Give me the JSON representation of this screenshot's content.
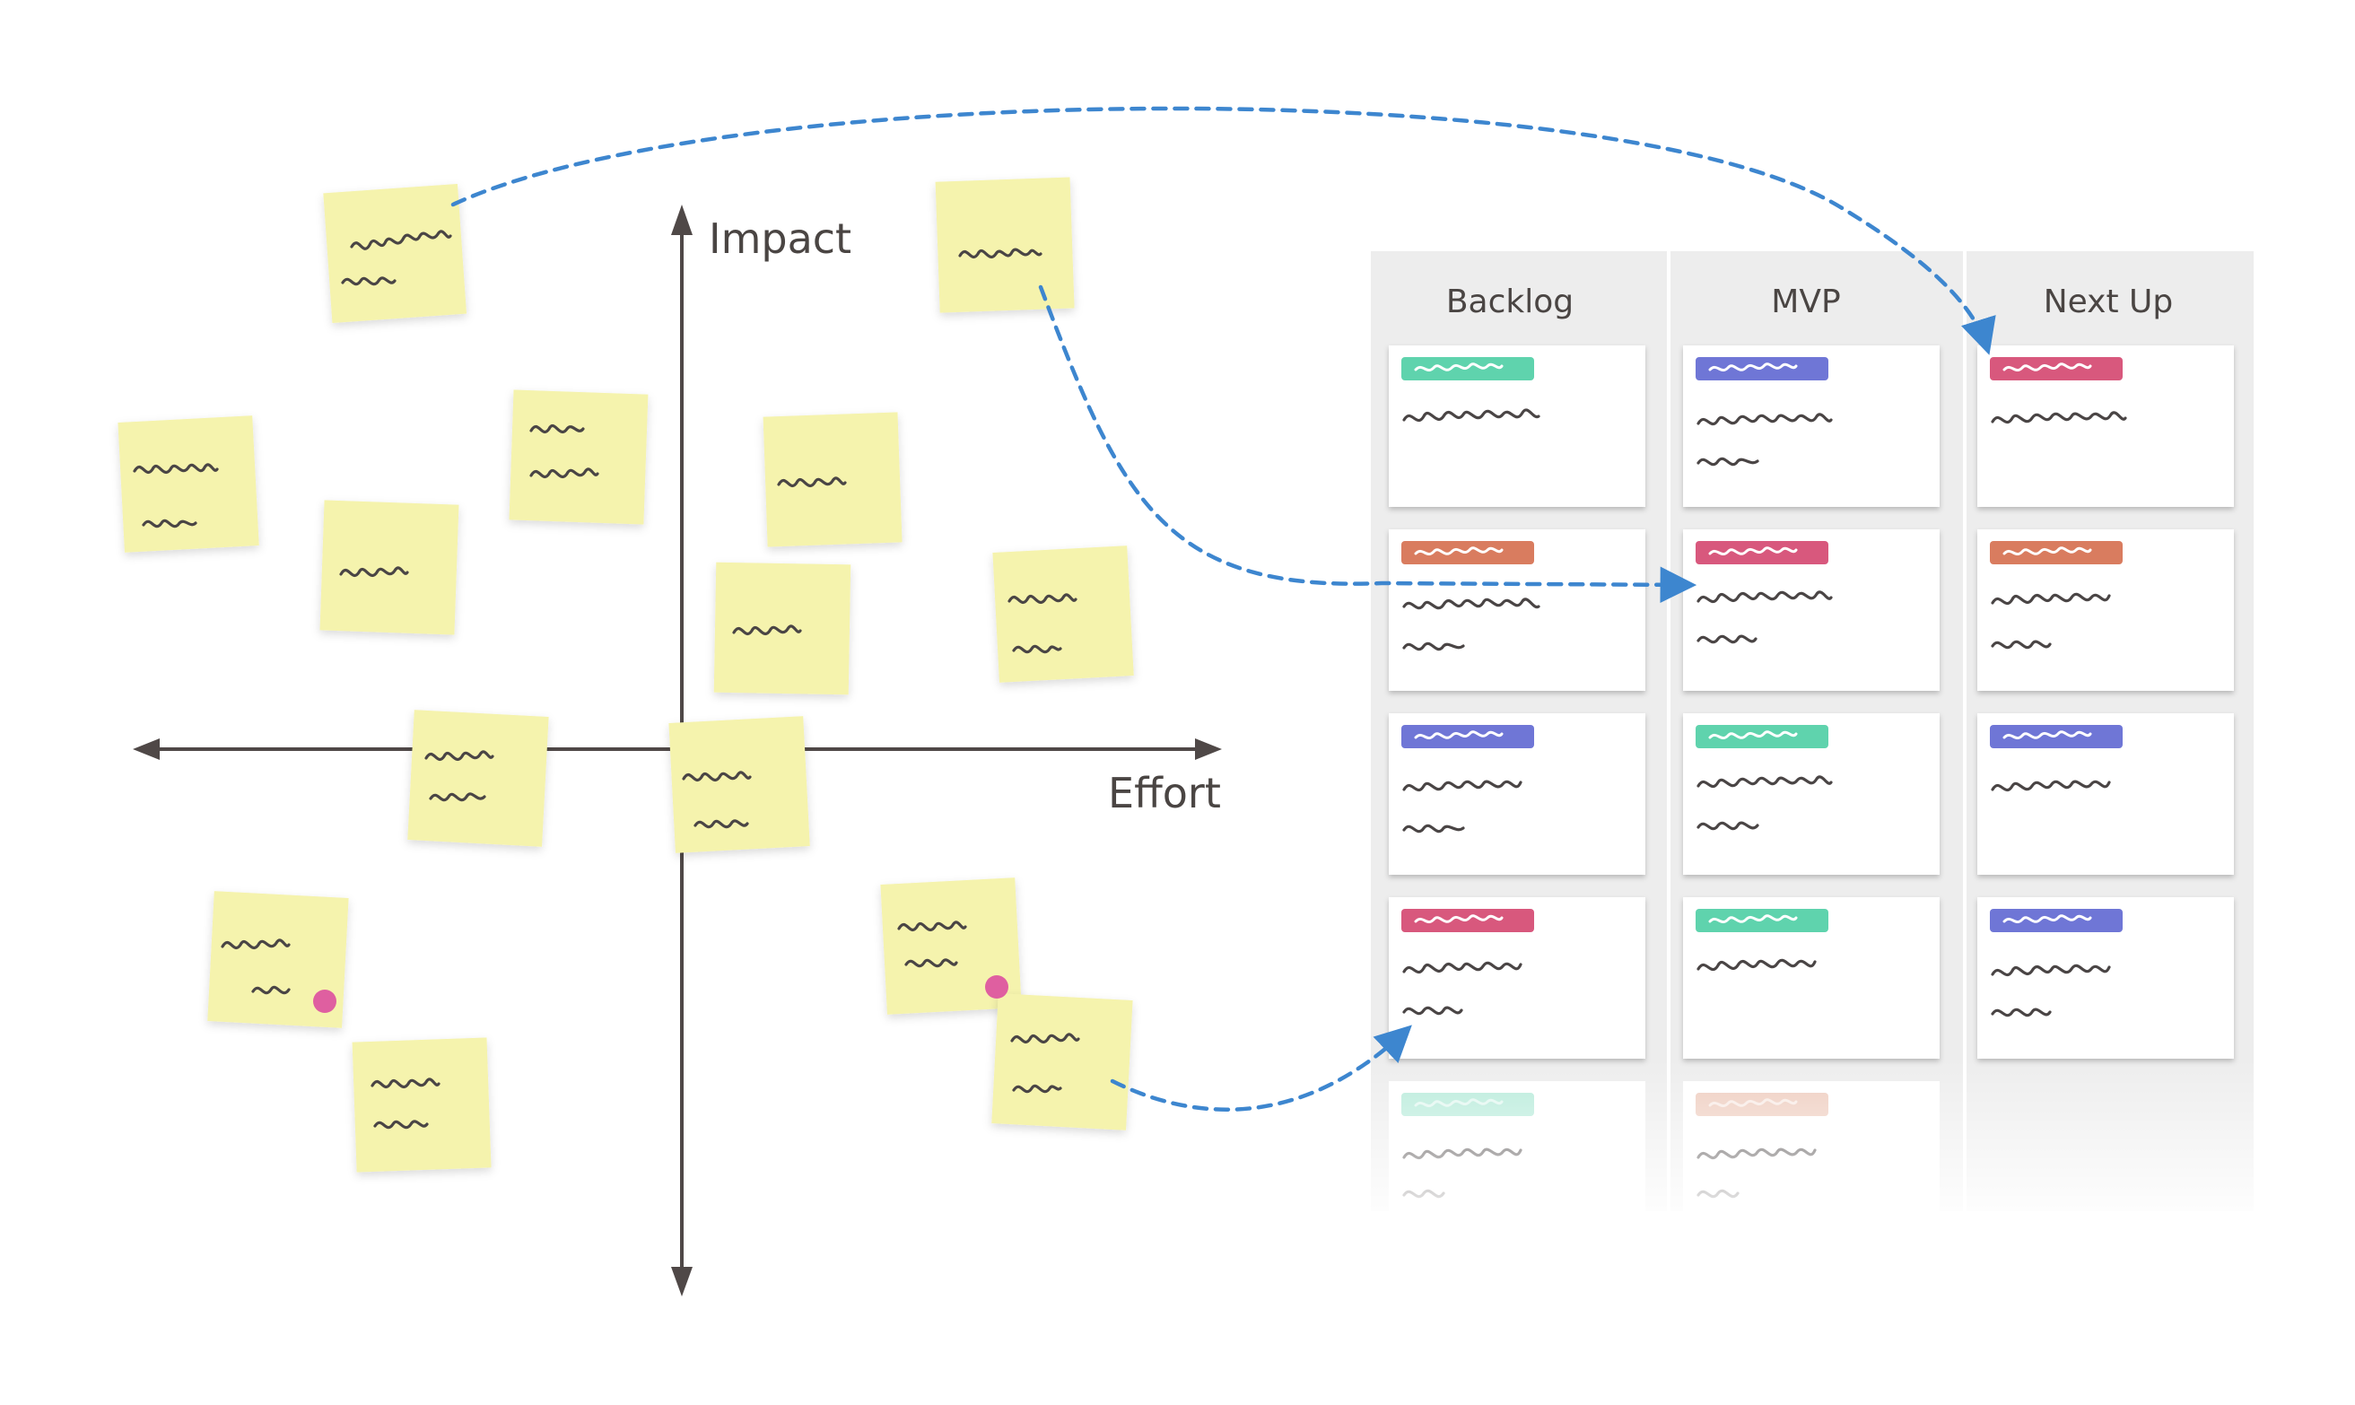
{
  "matrix": {
    "y_axis_label": "Impact",
    "x_axis_label": "Effort"
  },
  "board": {
    "columns": [
      {
        "title": "Backlog",
        "tags": [
          "#5fd3ad",
          "#d97c5f",
          "#6f76d6",
          "#d8587d",
          "#5fd3ad"
        ]
      },
      {
        "title": "MVP",
        "tags": [
          "#6f76d6",
          "#d8587d",
          "#5fd3ad",
          "#5fd3ad",
          "#d98e6e"
        ]
      },
      {
        "title": "Next Up",
        "tags": [
          "#d8587d",
          "#d97c5f",
          "#6f76d6",
          "#6f76d6"
        ]
      }
    ]
  },
  "colors": {
    "sticky": "#f5f3ad",
    "axis": "#4f4847",
    "arrow": "#3d86cf",
    "board_bg": "#ededed",
    "vote_dot": "#df5fa0",
    "scribble": "#4a4545"
  }
}
